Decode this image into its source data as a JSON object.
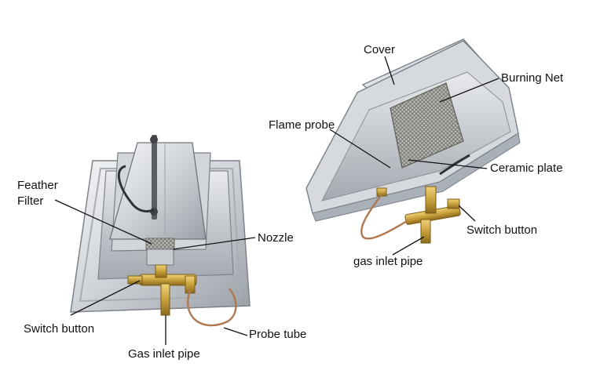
{
  "left_unit": {
    "labels": {
      "feather_filter": [
        "Feather",
        "Filter"
      ],
      "nozzle": "Nozzle",
      "switch_button": "Switch button",
      "gas_inlet_pipe": "Gas inlet pipe",
      "probe_tube": "Probe tube"
    }
  },
  "right_unit": {
    "labels": {
      "cover": "Cover",
      "burning_net": "Burning Net",
      "flame_probe": "Flame probe",
      "ceramic_plate": "Ceramic plate",
      "switch_button": "Switch button",
      "gas_inlet_pipe": "gas inlet pipe"
    }
  },
  "colors": {
    "leader_line": "#111111",
    "metal_light": "#e9ebee",
    "metal_mid": "#c3c7cc",
    "metal_dark": "#8e949b",
    "brass": "#c9a13c",
    "copper": "#b07850",
    "mesh": "#9a9a96"
  }
}
